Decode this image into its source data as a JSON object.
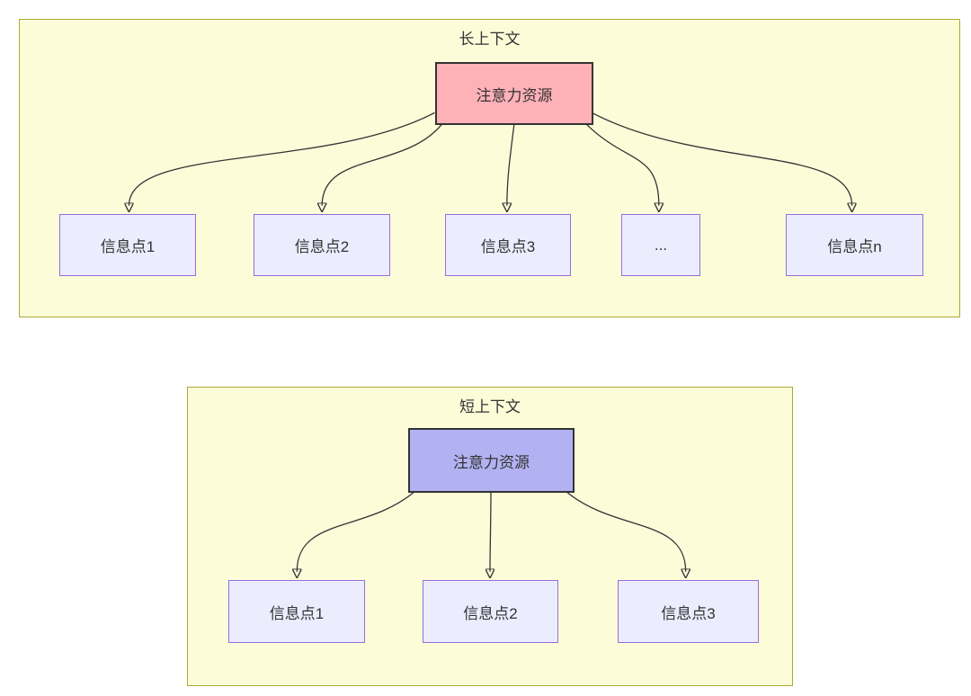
{
  "colors": {
    "panel_bg": "#fcfcd9",
    "panel_border": "#aaaa33",
    "node_bg": "#ececff",
    "node_border": "#9370db",
    "root_border": "#333333",
    "long_root_bg": "#ffb1b8",
    "short_root_bg": "#b2b2f2",
    "text": "#333333",
    "arrow": "#333333"
  },
  "panels": [
    {
      "id": "long-context",
      "title": "长上下文",
      "root": {
        "label": "注意力资源"
      },
      "children": [
        {
          "label": "信息点1"
        },
        {
          "label": "信息点2"
        },
        {
          "label": "信息点3"
        },
        {
          "label": "..."
        },
        {
          "label": "信息点n"
        }
      ]
    },
    {
      "id": "short-context",
      "title": "短上下文",
      "root": {
        "label": "注意力资源"
      },
      "children": [
        {
          "label": "信息点1"
        },
        {
          "label": "信息点2"
        },
        {
          "label": "信息点3"
        }
      ]
    }
  ]
}
